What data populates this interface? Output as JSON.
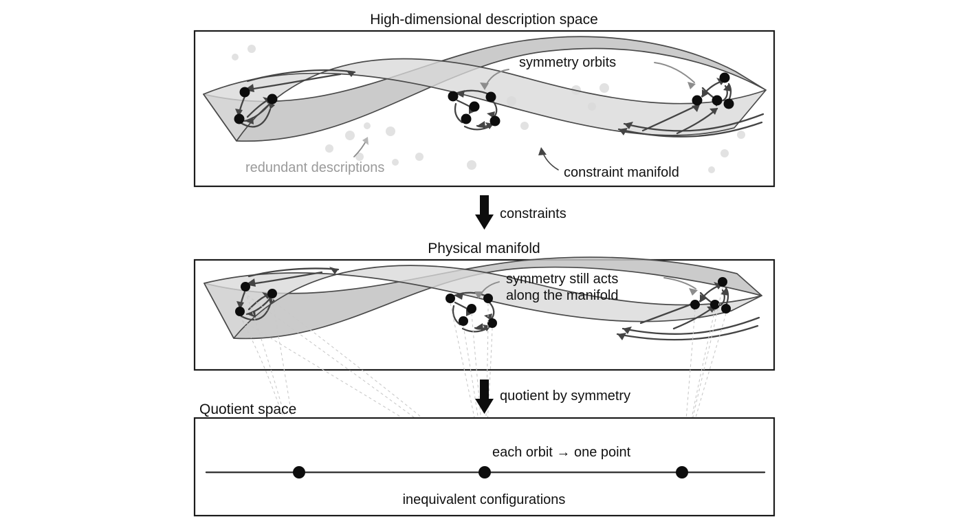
{
  "figure": {
    "kind": "concept-diagram",
    "background": "#ffffff",
    "accent_dark": "#0d0d0d",
    "accent_gray": "#9a9a9a",
    "sheet_fill": "#d9d9d9"
  },
  "panels": [
    {
      "id": "description-space",
      "title": "High-dimensional description space",
      "labels": {
        "orbits": "symmetry orbits",
        "redundant": "redundant descriptions",
        "constraint": "constraint manifold"
      }
    },
    {
      "id": "physical-manifold",
      "title": "Physical manifold",
      "labels": {
        "symmetry_line1": "symmetry still acts",
        "symmetry_line2": "along the manifold"
      }
    },
    {
      "id": "quotient-space",
      "title": "Quotient space",
      "labels": {
        "each_orbit": "each orbit → one point",
        "inequivalent": "inequivalent configurations"
      }
    }
  ],
  "transitions": [
    {
      "id": "constraints",
      "label": "constraints",
      "direction": "down"
    },
    {
      "id": "quotient-by-symmetry",
      "label": "quotient by symmetry",
      "direction": "down"
    }
  ],
  "diagram_data": {
    "orbit_clusters": [
      {
        "panel": "description-space",
        "name": "left-orbit",
        "point_count": 3
      },
      {
        "panel": "description-space",
        "name": "middle-orbit",
        "point_count": 5
      },
      {
        "panel": "description-space",
        "name": "right-orbit",
        "point_count": 4
      },
      {
        "panel": "physical-manifold",
        "name": "left-orbit",
        "point_count": 3
      },
      {
        "panel": "physical-manifold",
        "name": "middle-orbit",
        "point_count": 5
      },
      {
        "panel": "physical-manifold",
        "name": "right-orbit",
        "point_count": 4
      }
    ],
    "quotient_points": 3,
    "redundant_dot_count": 18
  }
}
